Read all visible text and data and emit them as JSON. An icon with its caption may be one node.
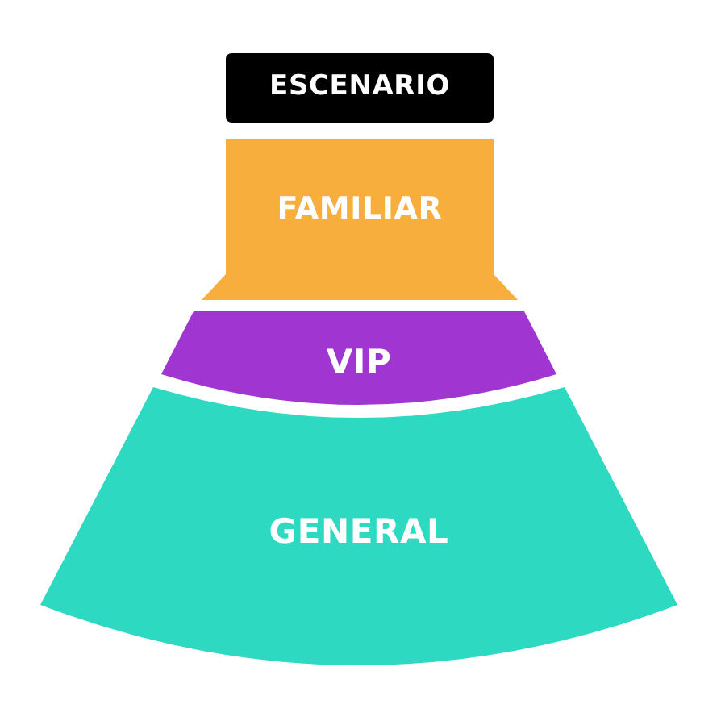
{
  "diagram": {
    "nodes": [
      {
        "text": [
          "ESCENARIO"
        ]
      },
      {
        "text": [
          "FAMILIAR"
        ]
      },
      {
        "text": [
          "VIP"
        ]
      },
      {
        "text": [
          "GENERAL"
        ]
      }
    ]
  }
}
